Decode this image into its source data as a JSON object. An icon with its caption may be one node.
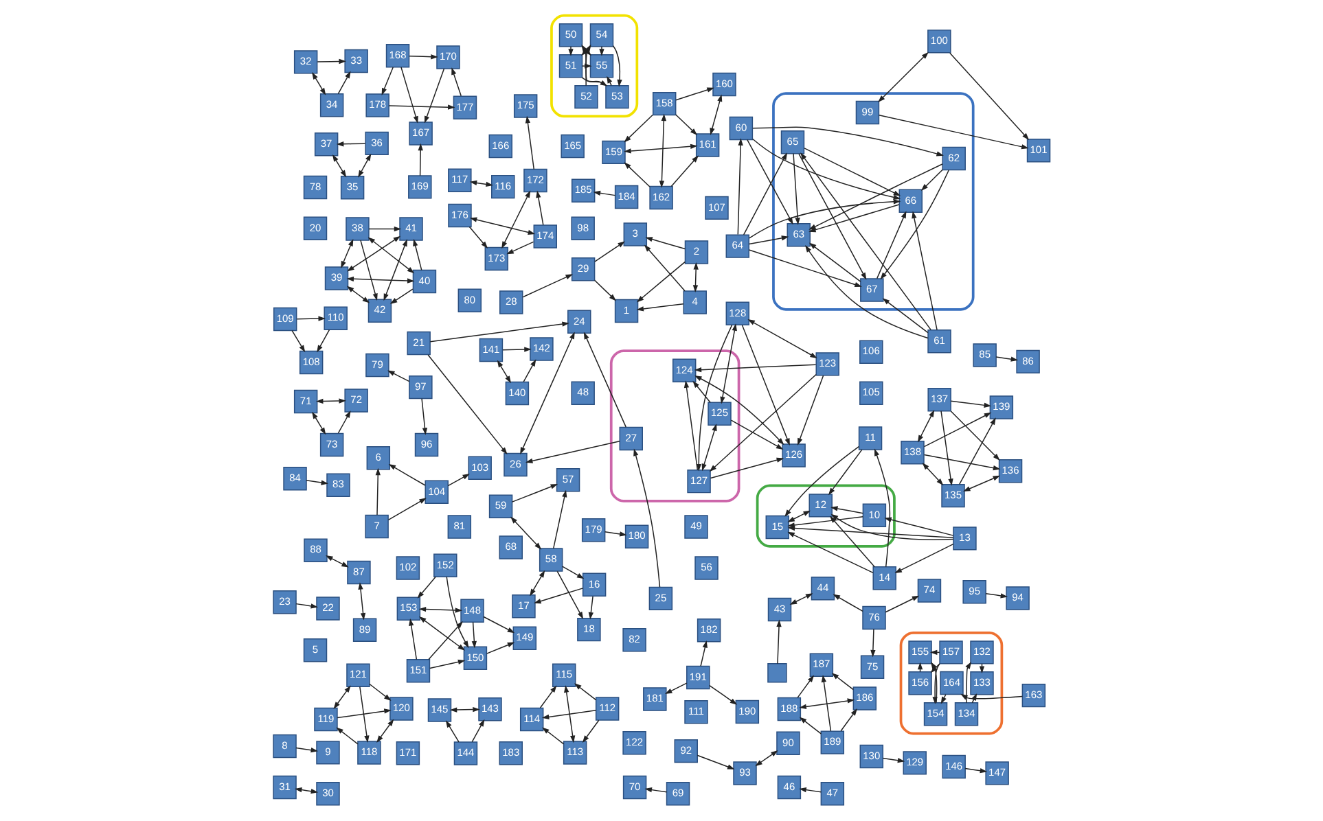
{
  "diagram": {
    "nodes": [
      {
        "text": [],
        "shape": "ellipse"
      },
      {
        "text": [],
        "shape": "ellipse"
      },
      {
        "text": [],
        "shape": "ellipse"
      },
      {
        "text": [],
        "shape": "ellipse"
      },
      {
        "text": [],
        "shape": "ellipse"
      },
      {
        "text": [
          "48"
        ]
      },
      {
        "text": [
          "49"
        ]
      },
      {
        "text": [
          "56"
        ]
      },
      {
        "text": [
          "68"
        ]
      },
      {
        "text": [
          "80"
        ]
      },
      {
        "text": [
          "81"
        ]
      },
      {
        "text": [
          "82"
        ]
      },
      {
        "text": [
          "98"
        ]
      },
      {
        "text": [
          "102"
        ]
      },
      {
        "text": [
          "105"
        ]
      },
      {
        "text": [
          "106"
        ]
      },
      {
        "text": [
          "107"
        ]
      },
      {
        "text": [
          "111"
        ]
      },
      {
        "text": [
          "122"
        ]
      },
      {
        "text": [
          "165"
        ]
      },
      {
        "text": [
          "166"
        ]
      },
      {
        "text": [
          "171"
        ]
      },
      {
        "text": [
          "183"
        ]
      },
      {
        "text": [
          "153"
        ]
      },
      {
        "text": [
          "150"
        ]
      },
      {
        "text": [
          "151"
        ]
      },
      {
        "text": [
          "148"
        ]
      },
      {
        "text": [
          "149"
        ]
      },
      {
        "text": [
          "152"
        ]
      },
      {
        "text": [
          "188"
        ]
      },
      {
        "text": [
          "186"
        ]
      },
      {
        "text": [
          "189"
        ]
      },
      {
        "text": [
          "187"
        ]
      },
      {
        "text": [
          "179"
        ]
      },
      {
        "text": [
          "180"
        ]
      },
      {
        "text": [
          "181"
        ]
      },
      {
        "text": [
          "191"
        ]
      },
      {
        "text": [
          "190"
        ]
      },
      {
        "text": [
          "182"
        ]
      },
      {
        "text": [
          "185"
        ]
      },
      {
        "text": [
          "184"
        ]
      },
      {
        "text": [
          "176"
        ]
      },
      {
        "text": [
          "174"
        ]
      },
      {
        "text": [
          "173"
        ]
      },
      {
        "text": [
          "175"
        ]
      },
      {
        "text": [
          "172"
        ]
      },
      {
        "text": [
          "178"
        ]
      },
      {
        "text": [
          "169"
        ]
      },
      {
        "text": [
          "167"
        ]
      },
      {
        "text": [
          "168"
        ]
      },
      {
        "text": [
          "177"
        ]
      },
      {
        "text": [
          "170"
        ]
      },
      {
        "text": [
          "51"
        ],
        "in": 0
      },
      {
        "text": [
          "55"
        ],
        "in": 0
      },
      {
        "text": [
          "54"
        ],
        "in": 0
      },
      {
        "text": [
          "50"
        ],
        "in": 0
      },
      {
        "text": [
          "52"
        ],
        "in": 0
      },
      {
        "text": [
          "53"
        ],
        "in": 0
      },
      {
        "text": [
          "157"
        ],
        "in": 1
      },
      {
        "text": [
          "155"
        ],
        "in": 1
      },
      {
        "text": [
          "156"
        ],
        "in": 1
      },
      {
        "text": [
          "164"
        ],
        "in": 1
      },
      {
        "text": [
          "154"
        ],
        "in": 1
      },
      {
        "text": [
          "134"
        ],
        "in": 1
      },
      {
        "text": [
          "133"
        ],
        "in": 1
      },
      {
        "text": [
          "132"
        ],
        "in": 1
      },
      {
        "text": [
          "163"
        ]
      },
      {
        "text": [
          "13"
        ]
      },
      {
        "text": [
          "14"
        ]
      },
      {
        "text": [
          "11"
        ]
      },
      {
        "text": [
          "15"
        ],
        "in": 2
      },
      {
        "text": [
          "12"
        ],
        "in": 2
      },
      {
        "text": [
          "10"
        ],
        "in": 2
      },
      {
        "text": [
          "79"
        ]
      },
      {
        "text": [
          "117"
        ]
      },
      {
        "text": [
          "116"
        ]
      },
      {
        "text": [
          "97"
        ]
      },
      {
        "text": [
          "78"
        ]
      },
      {
        "text": [
          "96"
        ]
      },
      {
        "text": [
          "141"
        ]
      },
      {
        "text": [
          "142"
        ]
      },
      {
        "text": [
          "140"
        ]
      },
      {
        "text": [
          "130"
        ]
      },
      {
        "text": [
          "129"
        ]
      },
      {
        "text": [
          "44"
        ]
      },
      {
        "text": [
          "76"
        ]
      },
      {
        "text": [
          "92"
        ]
      },
      {
        "text": [],
        "shape": "box"
      },
      {
        "text": [
          "90"
        ]
      },
      {
        "text": [
          "43"
        ]
      },
      {
        "text": [
          "75"
        ]
      },
      {
        "text": [
          "74"
        ]
      },
      {
        "text": [
          "93"
        ]
      },
      {
        "text": [
          "159"
        ]
      },
      {
        "text": [
          "162"
        ]
      },
      {
        "text": [
          "161"
        ]
      },
      {
        "text": [
          "158"
        ]
      },
      {
        "text": [
          "160"
        ]
      },
      {
        "text": [
          "146"
        ]
      },
      {
        "text": [
          "147"
        ]
      },
      {
        "text": [
          "95"
        ]
      },
      {
        "text": [
          "94"
        ]
      },
      {
        "text": [
          "84"
        ]
      },
      {
        "text": [
          "83"
        ]
      },
      {
        "text": [
          "65"
        ],
        "in": 3
      },
      {
        "text": [
          "61"
        ]
      },
      {
        "text": [
          "64"
        ]
      },
      {
        "text": [
          "60"
        ]
      },
      {
        "text": [
          "62"
        ],
        "in": 3
      },
      {
        "text": [
          "67"
        ],
        "in": 3
      },
      {
        "text": [
          "63"
        ],
        "in": 3
      },
      {
        "text": [
          "66"
        ],
        "in": 3
      },
      {
        "text": [
          "70"
        ]
      },
      {
        "text": [
          "69"
        ]
      },
      {
        "text": [
          "37"
        ]
      },
      {
        "text": [
          "36"
        ]
      },
      {
        "text": [
          "46"
        ]
      },
      {
        "text": [
          "35"
        ]
      },
      {
        "text": [
          "47"
        ]
      },
      {
        "text": [
          "99"
        ],
        "in": 3
      },
      {
        "text": [
          "101"
        ]
      },
      {
        "text": [
          "100"
        ]
      },
      {
        "text": [
          "145"
        ]
      },
      {
        "text": [
          "143"
        ]
      },
      {
        "text": [
          "144"
        ]
      },
      {
        "text": [
          "119"
        ]
      },
      {
        "text": [
          "120"
        ]
      },
      {
        "text": [
          "118"
        ]
      },
      {
        "text": [
          "121"
        ]
      },
      {
        "text": [
          "138"
        ]
      },
      {
        "text": [
          "136"
        ]
      },
      {
        "text": [
          "135"
        ]
      },
      {
        "text": [
          "137"
        ]
      },
      {
        "text": [
          "139"
        ]
      },
      {
        "text": [
          "114"
        ]
      },
      {
        "text": [
          "112"
        ]
      },
      {
        "text": [
          "113"
        ]
      },
      {
        "text": [
          "115"
        ]
      },
      {
        "text": [
          "71"
        ]
      },
      {
        "text": [
          "72"
        ]
      },
      {
        "text": [
          "73"
        ]
      },
      {
        "text": [
          "17"
        ]
      },
      {
        "text": [
          "16"
        ]
      },
      {
        "text": [
          "18"
        ]
      },
      {
        "text": [
          "59"
        ]
      },
      {
        "text": [
          "58"
        ]
      },
      {
        "text": [
          "57"
        ]
      },
      {
        "text": [
          "85"
        ]
      },
      {
        "text": [
          "86"
        ]
      },
      {
        "text": [
          "88"
        ]
      },
      {
        "text": [
          "87"
        ]
      },
      {
        "text": [
          "89"
        ]
      },
      {
        "text": [
          "23"
        ]
      },
      {
        "text": [
          "22"
        ]
      },
      {
        "text": [
          "39"
        ]
      },
      {
        "text": [
          "40"
        ]
      },
      {
        "text": [
          "42"
        ]
      },
      {
        "text": [
          "38"
        ]
      },
      {
        "text": [
          "41"
        ]
      },
      {
        "text": [
          "32"
        ]
      },
      {
        "text": [
          "33"
        ]
      },
      {
        "text": [
          "34"
        ]
      },
      {
        "text": [
          "109"
        ]
      },
      {
        "text": [
          "110"
        ]
      },
      {
        "text": [
          "108"
        ]
      },
      {
        "text": [
          "1"
        ]
      },
      {
        "text": [
          "4"
        ]
      },
      {
        "text": [
          "29"
        ]
      },
      {
        "text": [
          "28"
        ]
      },
      {
        "text": [
          "2"
        ]
      },
      {
        "text": [
          "3"
        ]
      },
      {
        "text": [
          "8"
        ]
      },
      {
        "text": [
          "9"
        ]
      },
      {
        "text": [
          "123"
        ]
      },
      {
        "text": [
          "126"
        ]
      },
      {
        "text": [
          "128"
        ]
      },
      {
        "text": [
          "127"
        ],
        "in": 4
      },
      {
        "text": [
          "125"
        ],
        "in": 4
      },
      {
        "text": [
          "124"
        ],
        "in": 4
      },
      {
        "text": [
          "31"
        ]
      },
      {
        "text": [
          "30"
        ]
      },
      {
        "text": [
          "26"
        ]
      },
      {
        "text": [
          "24"
        ]
      },
      {
        "text": [
          "27"
        ],
        "in": 4
      },
      {
        "text": [
          "21"
        ]
      },
      {
        "text": [
          "25"
        ]
      },
      {
        "text": [
          "20"
        ]
      },
      {
        "text": [
          "104"
        ]
      },
      {
        "text": [
          "5"
        ]
      },
      {
        "text": [
          "103"
        ]
      },
      {
        "text": [
          "7"
        ]
      },
      {
        "text": [
          "6"
        ]
      }
    ],
    "edges": [
      {
        "from": 25,
        "to": 23,
        "arrow": "to"
      },
      {
        "from": 28,
        "to": 23,
        "arrow": "to"
      },
      {
        "from": 26,
        "to": 23,
        "arrow": "both"
      },
      {
        "from": 23,
        "to": 24,
        "arrow": "both"
      },
      {
        "from": 24,
        "to": 27,
        "arrow": "to"
      },
      {
        "from": 26,
        "to": 27,
        "arrow": "to"
      },
      {
        "from": 25,
        "to": 24,
        "arrow": "to"
      },
      {
        "from": 28,
        "to": 24,
        "arrow": "to"
      },
      {
        "from": 26,
        "to": 24,
        "arrow": "to"
      },
      {
        "from": 25,
        "to": 26,
        "arrow": "to"
      },
      {
        "from": 31,
        "to": 29,
        "arrow": "to"
      },
      {
        "from": 31,
        "to": 30,
        "arrow": "to"
      },
      {
        "from": 29,
        "to": 30,
        "arrow": "both"
      },
      {
        "from": 29,
        "to": 32,
        "arrow": "to"
      },
      {
        "from": 30,
        "to": 32,
        "arrow": "to"
      },
      {
        "from": 31,
        "to": 32,
        "arrow": "to"
      },
      {
        "from": 33,
        "to": 34,
        "arrow": "to"
      },
      {
        "from": 36,
        "to": 35,
        "arrow": "to"
      },
      {
        "from": 36,
        "to": 37,
        "arrow": "to"
      },
      {
        "from": 36,
        "to": 38,
        "arrow": "to"
      },
      {
        "from": 40,
        "to": 39,
        "arrow": "to"
      },
      {
        "from": 42,
        "to": 41,
        "arrow": "both"
      },
      {
        "from": 41,
        "to": 43,
        "arrow": "to"
      },
      {
        "from": 42,
        "to": 43,
        "arrow": "to"
      },
      {
        "from": 42,
        "to": 45,
        "arrow": "to"
      },
      {
        "from": 43,
        "to": 45,
        "arrow": "both"
      },
      {
        "from": 45,
        "to": 44,
        "arrow": "to"
      },
      {
        "from": 49,
        "to": 46,
        "arrow": "to"
      },
      {
        "from": 46,
        "to": 50,
        "arrow": "to"
      },
      {
        "from": 47,
        "to": 48,
        "arrow": "to"
      },
      {
        "from": 49,
        "to": 48,
        "arrow": "to"
      },
      {
        "from": 49,
        "to": 51,
        "arrow": "to"
      },
      {
        "from": 50,
        "to": 51,
        "arrow": "to"
      },
      {
        "from": 51,
        "to": 48,
        "arrow": "to"
      },
      {
        "from": 54,
        "to": 52,
        "arrow": "to"
      },
      {
        "from": 55,
        "to": 52,
        "arrow": "to"
      },
      {
        "from": 52,
        "to": 53,
        "arrow": "to"
      },
      {
        "from": 54,
        "to": 53,
        "arrow": "to"
      },
      {
        "from": 57,
        "to": 53,
        "arrow": "to"
      },
      {
        "from": 55,
        "to": 53,
        "arrow": "to"
      },
      {
        "from": 56,
        "to": 54,
        "arrow": "to"
      },
      {
        "from": 54,
        "to": 57,
        "arrow": "to"
      },
      {
        "from": 57,
        "to": 55,
        "arrow": "to"
      },
      {
        "from": 52,
        "to": 57,
        "arrow": "to"
      },
      {
        "from": 58,
        "to": 59,
        "arrow": "to"
      },
      {
        "from": 58,
        "to": 60,
        "arrow": "to"
      },
      {
        "from": 58,
        "to": 62,
        "arrow": "to"
      },
      {
        "from": 66,
        "to": 61,
        "arrow": "to"
      },
      {
        "from": 61,
        "to": 62,
        "arrow": "to"
      },
      {
        "from": 62,
        "to": 59,
        "arrow": "to"
      },
      {
        "from": 63,
        "to": 64,
        "arrow": "to"
      },
      {
        "from": 63,
        "to": 65,
        "arrow": "to"
      },
      {
        "from": 65,
        "to": 64,
        "arrow": "to"
      },
      {
        "from": 60,
        "to": 59,
        "arrow": "to"
      },
      {
        "from": 67,
        "to": 70,
        "arrow": "to"
      },
      {
        "from": 67,
        "to": 71,
        "arrow": "to"
      },
      {
        "from": 67,
        "to": 72,
        "arrow": "to"
      },
      {
        "from": 68,
        "to": 70,
        "arrow": "to"
      },
      {
        "from": 68,
        "to": 71,
        "arrow": "to"
      },
      {
        "from": 69,
        "to": 70,
        "arrow": "to"
      },
      {
        "from": 69,
        "to": 71,
        "arrow": "to"
      },
      {
        "from": 72,
        "to": 70,
        "arrow": "to"
      },
      {
        "from": 70,
        "to": 71,
        "arrow": "both"
      },
      {
        "from": 67,
        "to": 68,
        "arrow": "to"
      },
      {
        "from": 68,
        "to": 69,
        "arrow": "to"
      },
      {
        "from": 72,
        "to": 71,
        "arrow": "to"
      },
      {
        "from": 76,
        "to": 73,
        "arrow": "to"
      },
      {
        "from": 75,
        "to": 74,
        "arrow": "both"
      },
      {
        "from": 76,
        "to": 78,
        "arrow": "to"
      },
      {
        "from": 79,
        "to": 81,
        "arrow": "both"
      },
      {
        "from": 79,
        "to": 80,
        "arrow": "to"
      },
      {
        "from": 81,
        "to": 80,
        "arrow": "to"
      },
      {
        "from": 82,
        "to": 83,
        "arrow": "to"
      },
      {
        "from": 85,
        "to": 84,
        "arrow": "to"
      },
      {
        "from": 84,
        "to": 89,
        "arrow": "both"
      },
      {
        "from": 85,
        "to": 91,
        "arrow": "to"
      },
      {
        "from": 85,
        "to": 90,
        "arrow": "to"
      },
      {
        "from": 87,
        "to": 89,
        "arrow": "to"
      },
      {
        "from": 86,
        "to": 92,
        "arrow": "to"
      },
      {
        "from": 88,
        "to": 92,
        "arrow": "both"
      },
      {
        "from": 94,
        "to": 93,
        "arrow": "to"
      },
      {
        "from": 94,
        "to": 95,
        "arrow": "to"
      },
      {
        "from": 96,
        "to": 94,
        "arrow": "both"
      },
      {
        "from": 96,
        "to": 93,
        "arrow": "to"
      },
      {
        "from": 96,
        "to": 95,
        "arrow": "to"
      },
      {
        "from": 96,
        "to": 97,
        "arrow": "to"
      },
      {
        "from": 95,
        "to": 93,
        "arrow": "both"
      },
      {
        "from": 95,
        "to": 97,
        "arrow": "both"
      },
      {
        "from": 98,
        "to": 99,
        "arrow": "to"
      },
      {
        "from": 100,
        "to": 101,
        "arrow": "to"
      },
      {
        "from": 102,
        "to": 103,
        "arrow": "to"
      },
      {
        "from": 104,
        "to": 109,
        "arrow": "to"
      },
      {
        "from": 104,
        "to": 110,
        "arrow": "to"
      },
      {
        "from": 104,
        "to": 111,
        "arrow": "to"
      },
      {
        "from": 105,
        "to": 109,
        "arrow": "to"
      },
      {
        "from": 105,
        "to": 110,
        "arrow": "to"
      },
      {
        "from": 105,
        "to": 111,
        "arrow": "to"
      },
      {
        "from": 106,
        "to": 109,
        "arrow": "to"
      },
      {
        "from": 106,
        "to": 110,
        "arrow": "to"
      },
      {
        "from": 106,
        "to": 111,
        "arrow": "to"
      },
      {
        "from": 107,
        "to": 110,
        "arrow": "to"
      },
      {
        "from": 107,
        "to": 111,
        "arrow": "to"
      },
      {
        "from": 108,
        "to": 109,
        "arrow": "to"
      },
      {
        "from": 108,
        "to": 110,
        "arrow": "to"
      },
      {
        "from": 108,
        "to": 111,
        "arrow": "to"
      },
      {
        "from": 109,
        "to": 110,
        "arrow": "to"
      },
      {
        "from": 111,
        "to": 110,
        "arrow": "to"
      },
      {
        "from": 109,
        "to": 111,
        "arrow": "to"
      },
      {
        "from": 105,
        "to": 104,
        "arrow": "to"
      },
      {
        "from": 106,
        "to": 107,
        "arrow": "to"
      },
      {
        "from": 107,
        "to": 108,
        "arrow": "to"
      },
      {
        "from": 106,
        "to": 104,
        "arrow": "to"
      },
      {
        "from": 113,
        "to": 112,
        "arrow": "to"
      },
      {
        "from": 115,
        "to": 114,
        "arrow": "to"
      },
      {
        "from": 114,
        "to": 117,
        "arrow": "both"
      },
      {
        "from": 115,
        "to": 117,
        "arrow": "both"
      },
      {
        "from": 118,
        "to": 116,
        "arrow": "to"
      },
      {
        "from": 119,
        "to": 120,
        "arrow": "to"
      },
      {
        "from": 119,
        "to": 121,
        "arrow": "both"
      },
      {
        "from": 121,
        "to": 120,
        "arrow": "to"
      },
      {
        "from": 122,
        "to": 123,
        "arrow": "both"
      },
      {
        "from": 124,
        "to": 122,
        "arrow": "to"
      },
      {
        "from": 124,
        "to": 123,
        "arrow": "to"
      },
      {
        "from": 125,
        "to": 128,
        "arrow": "both"
      },
      {
        "from": 125,
        "to": 126,
        "arrow": "to"
      },
      {
        "from": 127,
        "to": 125,
        "arrow": "to"
      },
      {
        "from": 126,
        "to": 127,
        "arrow": "both"
      },
      {
        "from": 128,
        "to": 126,
        "arrow": "to"
      },
      {
        "from": 128,
        "to": 127,
        "arrow": "to"
      },
      {
        "from": 129,
        "to": 132,
        "arrow": "both"
      },
      {
        "from": 129,
        "to": 130,
        "arrow": "to"
      },
      {
        "from": 129,
        "to": 131,
        "arrow": "both"
      },
      {
        "from": 129,
        "to": 133,
        "arrow": "to"
      },
      {
        "from": 132,
        "to": 130,
        "arrow": "to"
      },
      {
        "from": 132,
        "to": 131,
        "arrow": "to"
      },
      {
        "from": 132,
        "to": 133,
        "arrow": "to"
      },
      {
        "from": 131,
        "to": 130,
        "arrow": "both"
      },
      {
        "from": 131,
        "to": 133,
        "arrow": "to"
      },
      {
        "from": 135,
        "to": 134,
        "arrow": "to"
      },
      {
        "from": 135,
        "to": 136,
        "arrow": "to"
      },
      {
        "from": 135,
        "to": 137,
        "arrow": "to"
      },
      {
        "from": 136,
        "to": 134,
        "arrow": "to"
      },
      {
        "from": 134,
        "to": 137,
        "arrow": "to"
      },
      {
        "from": 136,
        "to": 137,
        "arrow": "both"
      },
      {
        "from": 140,
        "to": 138,
        "arrow": "both"
      },
      {
        "from": 138,
        "to": 139,
        "arrow": "both"
      },
      {
        "from": 140,
        "to": 139,
        "arrow": "to"
      },
      {
        "from": 142,
        "to": 143,
        "arrow": "to"
      },
      {
        "from": 142,
        "to": 141,
        "arrow": "to"
      },
      {
        "from": 145,
        "to": 141,
        "arrow": "both"
      },
      {
        "from": 145,
        "to": 143,
        "arrow": "to"
      },
      {
        "from": 145,
        "to": 142,
        "arrow": "to"
      },
      {
        "from": 144,
        "to": 146,
        "arrow": "to"
      },
      {
        "from": 145,
        "to": 146,
        "arrow": "to"
      },
      {
        "from": 144,
        "to": 145,
        "arrow": "both"
      },
      {
        "from": 147,
        "to": 148,
        "arrow": "to"
      },
      {
        "from": 149,
        "to": 150,
        "arrow": "both"
      },
      {
        "from": 150,
        "to": 151,
        "arrow": "both"
      },
      {
        "from": 152,
        "to": 153,
        "arrow": "to"
      },
      {
        "from": 155,
        "to": 154,
        "arrow": "both"
      },
      {
        "from": 154,
        "to": 156,
        "arrow": "both"
      },
      {
        "from": 154,
        "to": 158,
        "arrow": "both"
      },
      {
        "from": 154,
        "to": 157,
        "arrow": "both"
      },
      {
        "from": 155,
        "to": 156,
        "arrow": "to"
      },
      {
        "from": 155,
        "to": 158,
        "arrow": "to"
      },
      {
        "from": 157,
        "to": 156,
        "arrow": "to"
      },
      {
        "from": 157,
        "to": 158,
        "arrow": "to"
      },
      {
        "from": 156,
        "to": 158,
        "arrow": "both"
      },
      {
        "from": 155,
        "to": 157,
        "arrow": "both"
      },
      {
        "from": 159,
        "to": 160,
        "arrow": "to"
      },
      {
        "from": 161,
        "to": 159,
        "arrow": "both"
      },
      {
        "from": 161,
        "to": 160,
        "arrow": "to"
      },
      {
        "from": 162,
        "to": 163,
        "arrow": "to"
      },
      {
        "from": 162,
        "to": 164,
        "arrow": "to"
      },
      {
        "from": 163,
        "to": 164,
        "arrow": "to"
      },
      {
        "from": 166,
        "to": 165,
        "arrow": "to"
      },
      {
        "from": 166,
        "to": 169,
        "arrow": "both"
      },
      {
        "from": 166,
        "to": 170,
        "arrow": "to"
      },
      {
        "from": 169,
        "to": 165,
        "arrow": "to"
      },
      {
        "from": 167,
        "to": 165,
        "arrow": "to"
      },
      {
        "from": 167,
        "to": 170,
        "arrow": "to"
      },
      {
        "from": 168,
        "to": 167,
        "arrow": "to"
      },
      {
        "from": 169,
        "to": 170,
        "arrow": "to"
      },
      {
        "from": 171,
        "to": 172,
        "arrow": "to"
      },
      {
        "from": 173,
        "to": 174,
        "arrow": "to"
      },
      {
        "from": 175,
        "to": 173,
        "arrow": "both"
      },
      {
        "from": 173,
        "to": 176,
        "arrow": "to"
      },
      {
        "from": 173,
        "to": 178,
        "arrow": "to"
      },
      {
        "from": 175,
        "to": 174,
        "arrow": "to"
      },
      {
        "from": 175,
        "to": 176,
        "arrow": "to"
      },
      {
        "from": 175,
        "to": 177,
        "arrow": "both"
      },
      {
        "from": 177,
        "to": 176,
        "arrow": "both"
      },
      {
        "from": 176,
        "to": 178,
        "arrow": "to"
      },
      {
        "from": 177,
        "to": 178,
        "arrow": "to"
      },
      {
        "from": 174,
        "to": 178,
        "arrow": "both"
      },
      {
        "from": 176,
        "to": 174,
        "arrow": "to"
      },
      {
        "from": 177,
        "to": 174,
        "arrow": "to"
      },
      {
        "from": 180,
        "to": 179,
        "arrow": "both"
      },
      {
        "from": 181,
        "to": 182,
        "arrow": "both"
      },
      {
        "from": 183,
        "to": 181,
        "arrow": "to"
      },
      {
        "from": 183,
        "to": 182,
        "arrow": "to"
      },
      {
        "from": 184,
        "to": 181,
        "arrow": "to"
      },
      {
        "from": 184,
        "to": 182,
        "arrow": "to"
      },
      {
        "from": 185,
        "to": 183,
        "arrow": "to"
      },
      {
        "from": 187,
        "to": 189,
        "arrow": "to"
      },
      {
        "from": 187,
        "to": 191,
        "arrow": "to"
      },
      {
        "from": 190,
        "to": 187,
        "arrow": "to"
      },
      {
        "from": 190,
        "to": 191,
        "arrow": "to"
      }
    ]
  }
}
